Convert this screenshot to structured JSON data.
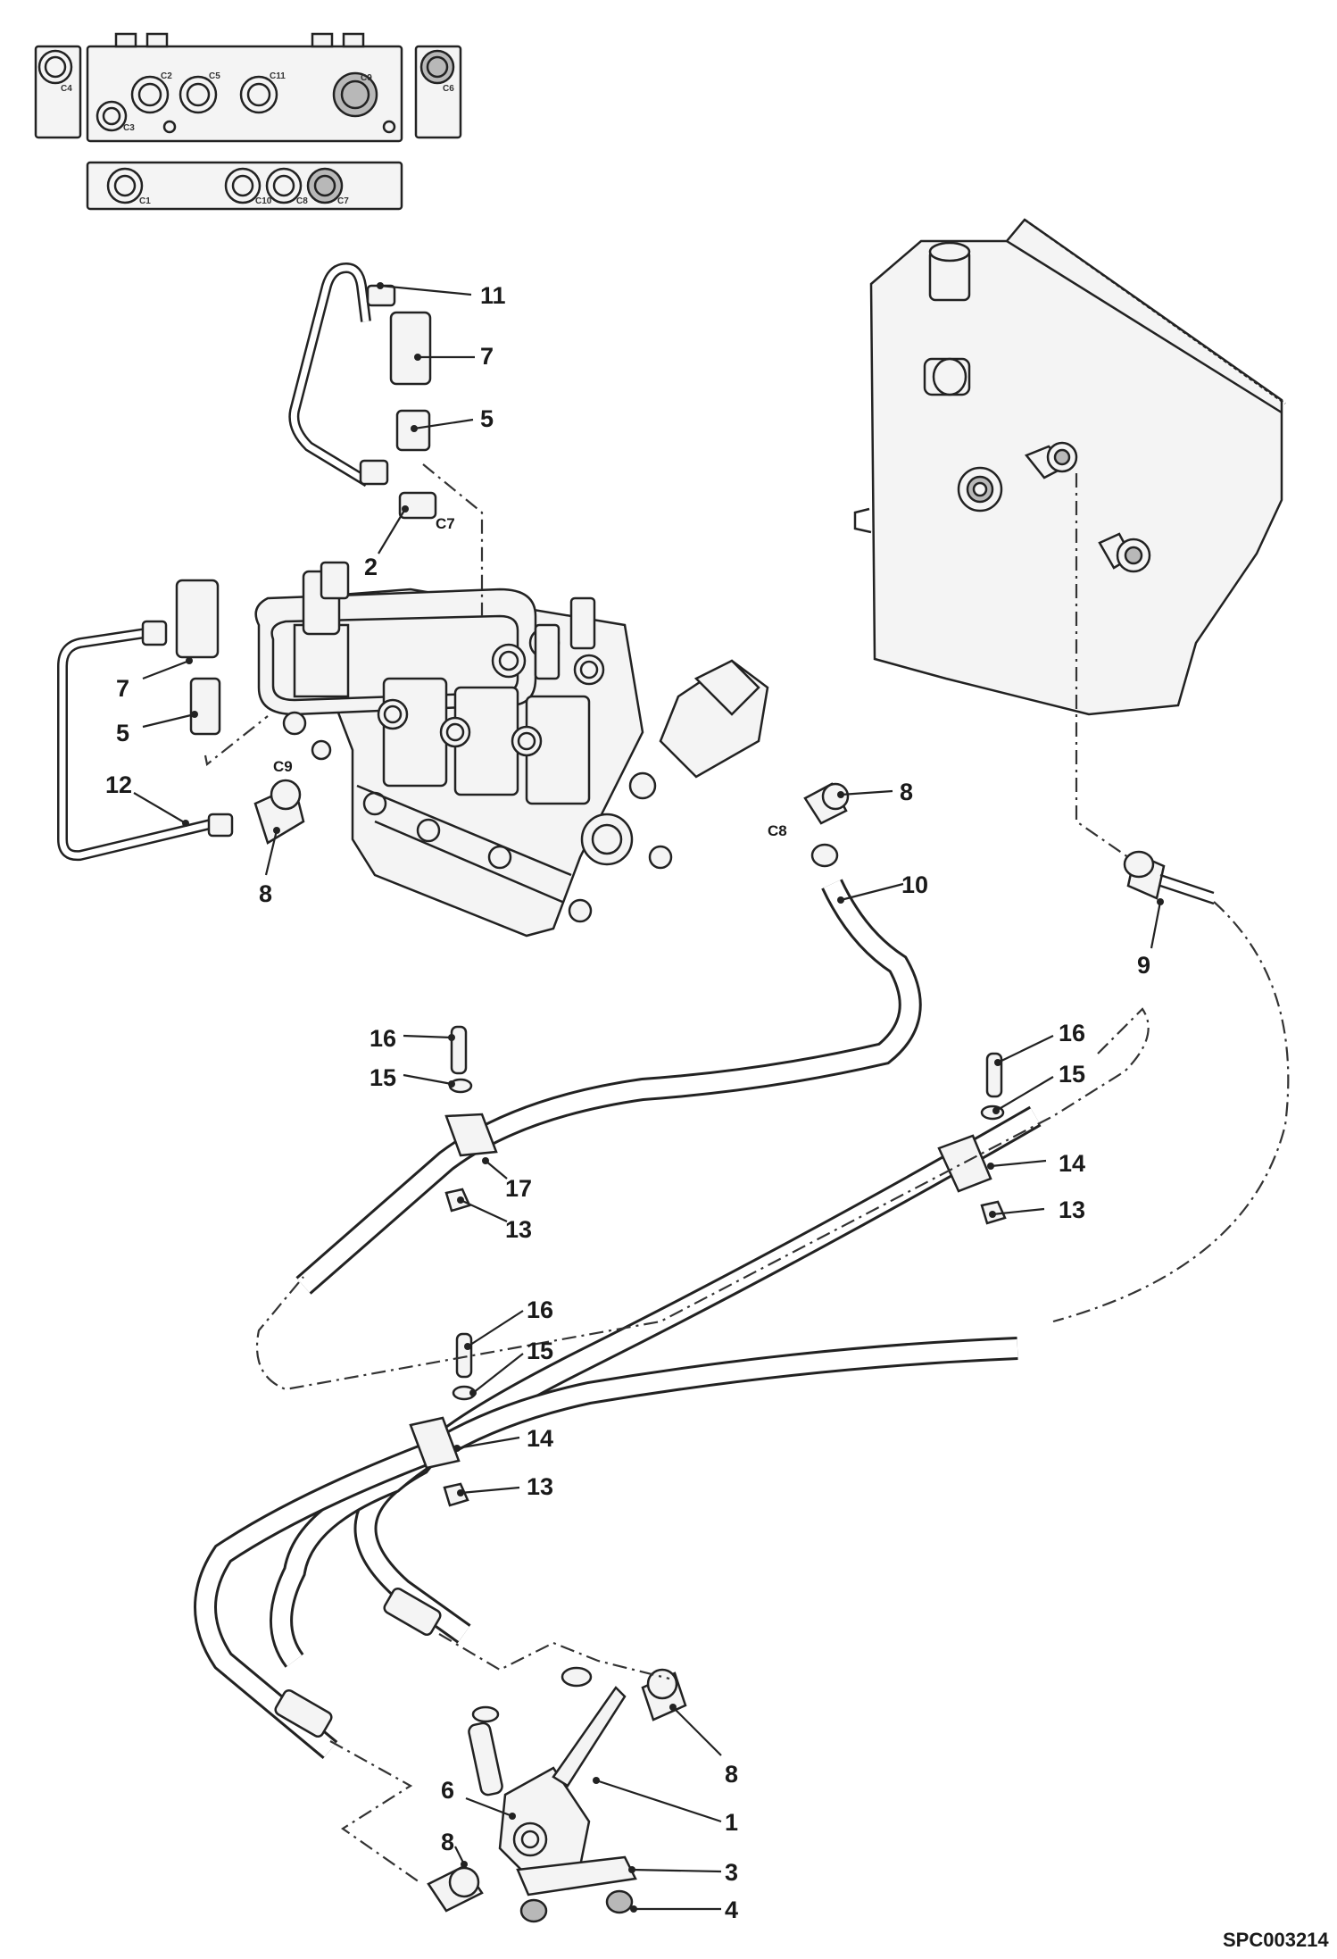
{
  "drawing": {
    "code": "SPC003214"
  },
  "port_labels": [
    "C7",
    "C9",
    "C8"
  ],
  "inset_port_labels": [
    "C4",
    "C2",
    "C3",
    "C5",
    "C11",
    "C9",
    "C6",
    "C1",
    "C10",
    "C8",
    "C7"
  ],
  "callouts": [
    "11",
    "7",
    "5",
    "2",
    "7",
    "5",
    "12",
    "8",
    "8",
    "10",
    "9",
    "16",
    "15",
    "17",
    "13",
    "16",
    "15",
    "14",
    "13",
    "16",
    "15",
    "14",
    "13",
    "8",
    "6",
    "1",
    "8",
    "3",
    "4"
  ]
}
